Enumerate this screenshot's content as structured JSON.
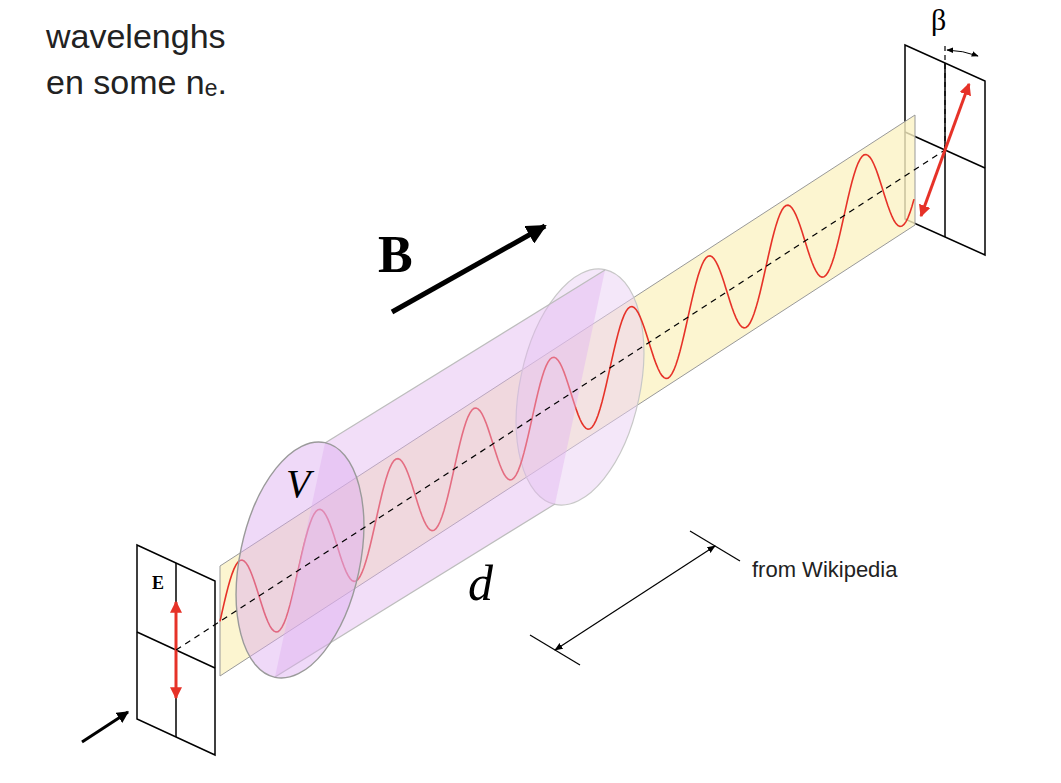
{
  "diagram": {
    "labels": [
      "wavelenghs",
      "en some nₑ.",
      "B",
      "V",
      "d",
      "from Wikipedia",
      "β",
      "E"
    ]
  }
}
